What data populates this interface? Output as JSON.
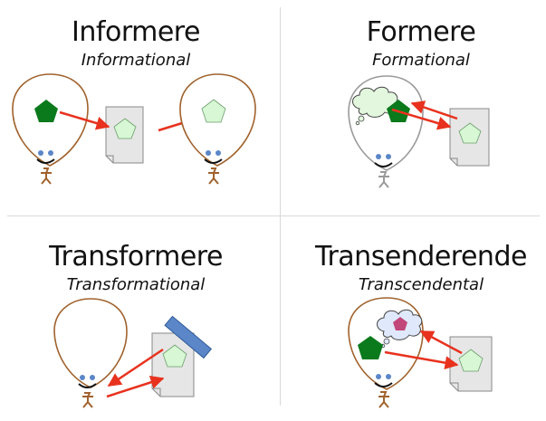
{
  "panels": [
    {
      "title": "Informere",
      "subtitle": "Informational"
    },
    {
      "title": "Formere",
      "subtitle": "Formational"
    },
    {
      "title": "Transformere",
      "subtitle": "Transformational"
    },
    {
      "title": "Transenderende",
      "subtitle": "Transcendental"
    }
  ],
  "colors": {
    "head_outline": "#a0622d",
    "head_outline_faded": "#9a9a9a",
    "arrow": "#e8321e",
    "pentagon_dark": "#0b7a1c",
    "pentagon_light": "#d8f7d5",
    "pentagon_pink": "#c2477a",
    "page_fill": "#e6e6e6",
    "cloud_fill": "#e2f7dd",
    "cloud_fill_blue": "#dfe9fb",
    "ruler": "#5b86c8",
    "eye": "#5b86c8"
  },
  "icons": [
    "head-icon",
    "pentagon-icon",
    "page-icon",
    "cloud-icon",
    "ruler-icon",
    "arrow-icon"
  ]
}
